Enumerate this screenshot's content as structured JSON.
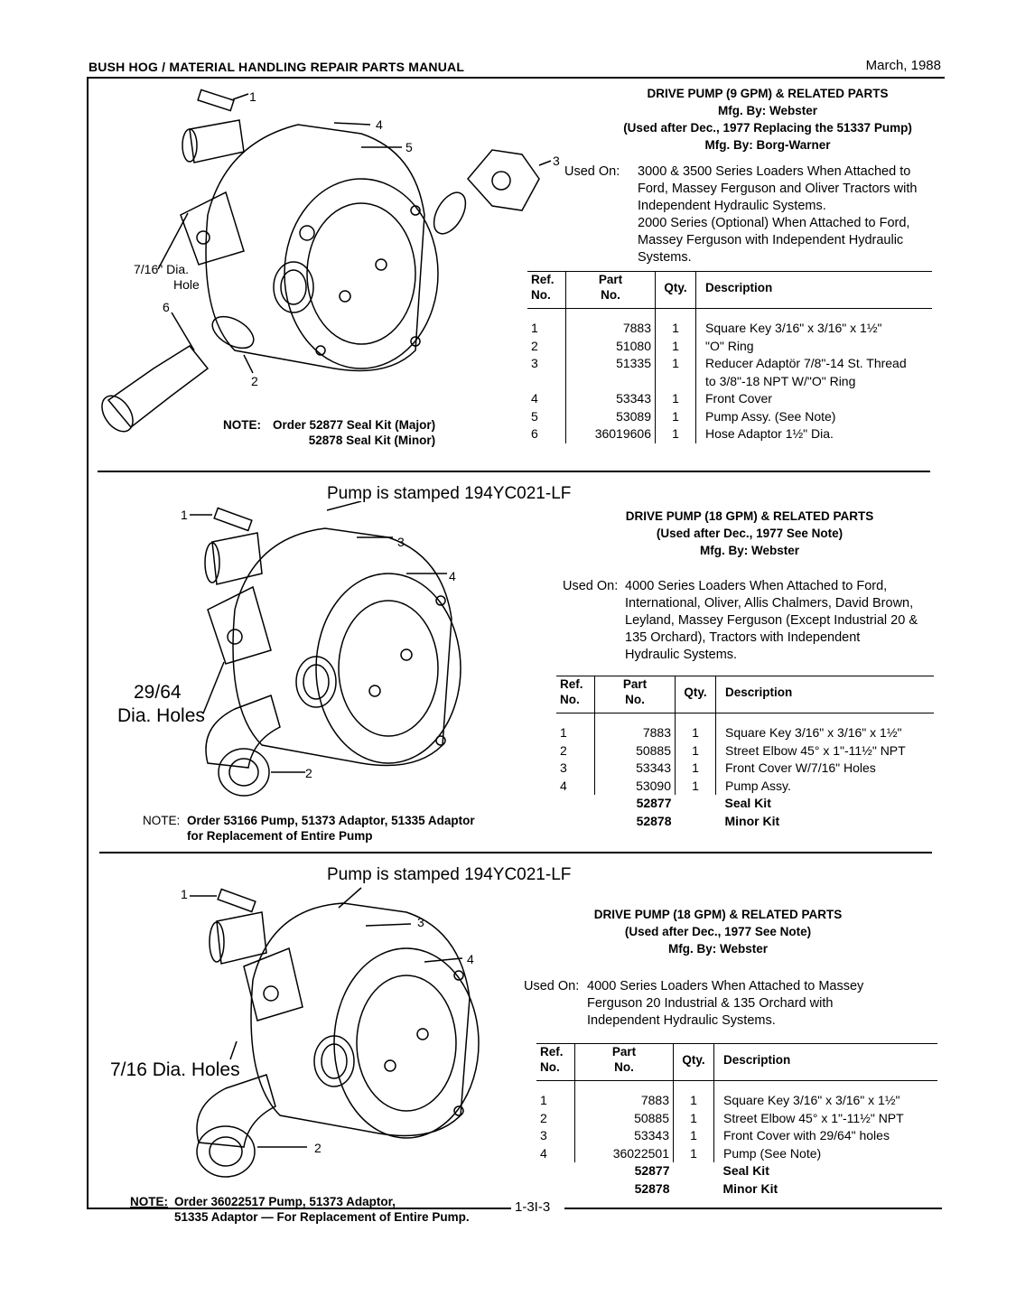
{
  "header": {
    "title": "BUSH HOG / MATERIAL HANDLING REPAIR PARTS MANUAL",
    "date": "March, 1988"
  },
  "table_headers": {
    "ref": "Ref. No.",
    "ref1": "Ref.",
    "ref2": "No.",
    "part1": "Part",
    "part2": "No.",
    "qty": "Qty.",
    "desc": "Description"
  },
  "section1": {
    "title_lines": [
      "DRIVE PUMP (9 GPM) & RELATED PARTS",
      "Mfg. By:  Webster",
      "(Used after Dec., 1977 Replacing the 51337 Pump)",
      "Mfg. By:  Borg-Warner"
    ],
    "used_on_label": "Used On:",
    "used_on_lines": [
      "3000 & 3500 Series Loaders When Attached to",
      "Ford, Massey Ferguson and Oliver Tractors with",
      "Independent Hydraulic Systems.",
      "2000 Series (Optional) When Attached to Ford,",
      "Massey Ferguson with Independent Hydraulic",
      "Systems."
    ],
    "rows": [
      {
        "ref": "1",
        "part": "7883",
        "qty": "1",
        "desc": "Square Key 3/16\" x 3/16\" x 1½\""
      },
      {
        "ref": "2",
        "part": "51080",
        "qty": "1",
        "desc": "\"O\" Ring"
      },
      {
        "ref": "3",
        "part": "51335",
        "qty": "1",
        "desc": "Reducer Adaptör 7/8\"-14 St. Thread"
      },
      {
        "ref": "",
        "part": "",
        "qty": "",
        "desc": "to 3/8\"-18 NPT W/\"O\" Ring"
      },
      {
        "ref": "4",
        "part": "53343",
        "qty": "1",
        "desc": "Front Cover"
      },
      {
        "ref": "5",
        "part": "53089",
        "qty": "1",
        "desc": "Pump Assy. (See Note)"
      },
      {
        "ref": "6",
        "part": "36019606",
        "qty": "1",
        "desc": "Hose Adaptor 1½\" Dia."
      }
    ],
    "note_label": "NOTE:",
    "note_lines": [
      "Order 52877 Seal Kit (Major)",
      "52878 Seal Kit (Minor)"
    ],
    "labels": {
      "hole_line1": "7/16\" Dia.",
      "hole_line2": "Hole",
      "c1": "1",
      "c2": "2",
      "c3": "3",
      "c4": "4",
      "c5": "5",
      "c6": "6"
    }
  },
  "section2": {
    "stamp": "Pump is stamped 194YC021-LF",
    "title_lines": [
      "DRIVE PUMP (18 GPM) & RELATED PARTS",
      "(Used after Dec., 1977 See Note)",
      "Mfg. By:  Webster"
    ],
    "used_on_label": "Used On:",
    "used_on_lines": [
      "4000 Series Loaders When Attached to Ford,",
      "International, Oliver, Allis Chalmers, David Brown,",
      "Leyland, Massey Ferguson (Except Industrial 20 &",
      "135 Orchard), Tractors with Independent",
      "Hydraulic Systems."
    ],
    "rows": [
      {
        "ref": "1",
        "part": "7883",
        "qty": "1",
        "desc": "Square Key 3/16\" x 3/16\" x 1½\""
      },
      {
        "ref": "2",
        "part": "50885",
        "qty": "1",
        "desc": "Street Elbow 45° x 1\"-11½\" NPT"
      },
      {
        "ref": "3",
        "part": "53343",
        "qty": "1",
        "desc": "Front Cover W/7/16\" Holes"
      },
      {
        "ref": "4",
        "part": "53090",
        "qty": "1",
        "desc": "Pump Assy."
      }
    ],
    "kit_rows": [
      {
        "part": "52877",
        "desc": "Seal Kit"
      },
      {
        "part": "52878",
        "desc": "Minor Kit"
      }
    ],
    "note_label": "NOTE:",
    "note_lines": [
      "Order 53166 Pump, 51373 Adaptor, 51335 Adaptor",
      "for Replacement of Entire Pump"
    ],
    "dia_lines": [
      "29/64",
      "Dia. Holes"
    ],
    "labels": {
      "c1": "1",
      "c2": "2",
      "c3": "3",
      "c4": "4"
    }
  },
  "section3": {
    "stamp": "Pump is stamped 194YC021-LF",
    "title_lines": [
      "DRIVE PUMP (18 GPM) & RELATED PARTS",
      "(Used after Dec., 1977 See Note)",
      "Mfg. By:  Webster"
    ],
    "used_on_label": "Used On:",
    "used_on_lines": [
      "4000 Series Loaders When Attached to Massey",
      "Ferguson 20 Industrial & 135 Orchard with",
      "Independent Hydraulic Systems."
    ],
    "rows": [
      {
        "ref": "1",
        "part": "7883",
        "qty": "1",
        "desc": "Square Key 3/16\" x 3/16\" x 1½\""
      },
      {
        "ref": "2",
        "part": "50885",
        "qty": "1",
        "desc": "Street Elbow 45° x 1\"-11½\" NPT"
      },
      {
        "ref": "3",
        "part": "53343",
        "qty": "1",
        "desc": "Front Cover with 29/64\" holes"
      },
      {
        "ref": "4",
        "part": "36022501",
        "qty": "1",
        "desc": "Pump (See Note)"
      }
    ],
    "kit_rows": [
      {
        "part": "52877",
        "desc": "Seal Kit"
      },
      {
        "part": "52878",
        "desc": "Minor Kit"
      }
    ],
    "note_label": "NOTE:",
    "note_lines": [
      "Order 36022517 Pump, 51373 Adaptor,",
      "51335 Adaptor — For Replacement of Entire Pump."
    ],
    "dia_line": "7/16 Dia. Holes",
    "labels": {
      "c1": "1",
      "c2": "2",
      "c3": "3",
      "c4": "4"
    }
  },
  "footer": {
    "page": "1-3I-3"
  }
}
